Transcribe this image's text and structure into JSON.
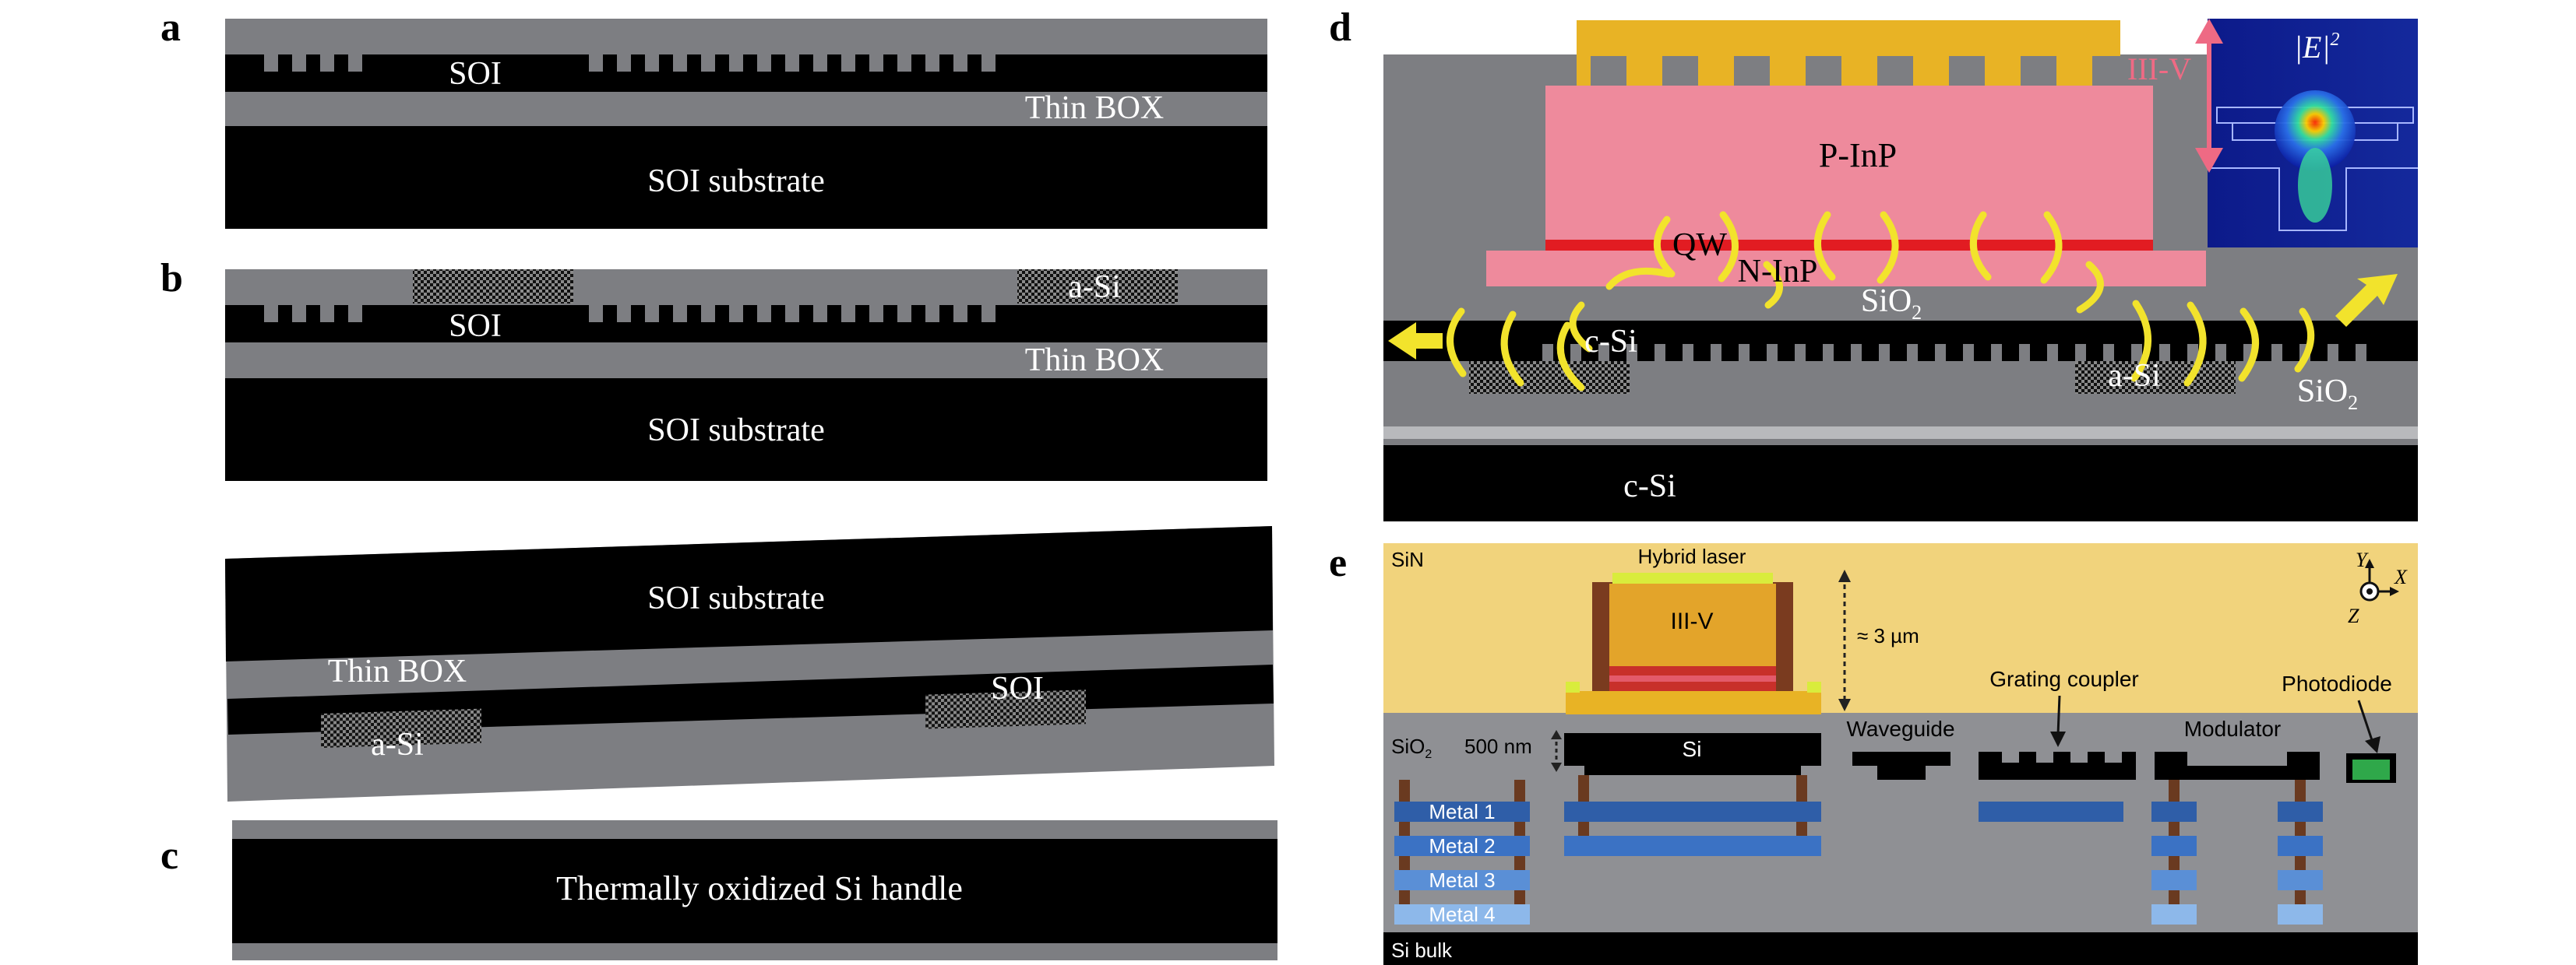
{
  "panels": {
    "a": {
      "letter": "a",
      "soi": "SOI",
      "thin_box": "Thin BOX",
      "substrate": "SOI substrate"
    },
    "b": {
      "letter": "b",
      "soi": "SOI",
      "asi": "a-Si",
      "thin_box": "Thin BOX",
      "substrate": "SOI substrate"
    },
    "flip": {
      "substrate": "SOI substrate",
      "thin_box": "Thin BOX",
      "soi": "SOI",
      "asi": "a-Si"
    },
    "c": {
      "letter": "c",
      "handle": "Thermally oxidized Si handle"
    },
    "d": {
      "letter": "d",
      "iiiv": "III-V",
      "e_field_bar": "|",
      "e_field_var": "E",
      "e_field_sup": "2",
      "pinp": "P-InP",
      "qw": "QW",
      "ninp": "N-InP",
      "sio2_top": "SiO",
      "sio2_sub": "2",
      "csi_guide": "c-Si",
      "asi": "a-Si",
      "sio2_right": "SiO",
      "sio2_right_sub": "2",
      "csi_bottom": "c-Si"
    },
    "e": {
      "letter": "e",
      "sin": "SiN",
      "hybrid_laser": "Hybrid laser",
      "iiiv": "III-V",
      "height": "≈ 3 µm",
      "grating_coupler": "Grating coupler",
      "photodiode": "Photodiode",
      "axis_y": "Y",
      "axis_x": "X",
      "axis_z": "Z",
      "sio2": "SiO",
      "sio2_sub": "2",
      "thickness": "500 nm",
      "si": "Si",
      "waveguide": "Waveguide",
      "modulator": "Modulator",
      "metal1": "Metal 1",
      "metal2": "Metal 2",
      "metal3": "Metal 3",
      "metal4": "Metal 4",
      "si_bulk": "Si bulk"
    }
  },
  "colors": {
    "dark": "#000000",
    "gray": "#7d7e82",
    "pink": "#ee8a9c",
    "gold": "#e8b325",
    "red": "#e21c22",
    "yellow": "#f2e32c",
    "sin": "#f1d37c",
    "metal": "#2f5ea8"
  }
}
